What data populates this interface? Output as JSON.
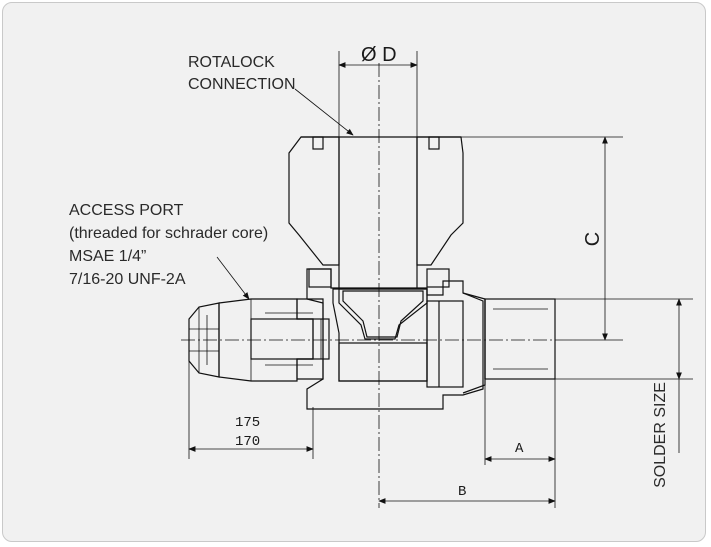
{
  "labels": {
    "rotalock_line1": "ROTALOCK",
    "rotalock_line2": "CONNECTION",
    "access_line1": "ACCESS PORT",
    "access_line2": "(threaded for schrader core)",
    "access_line3": "MSAE 1/4”",
    "access_line4": "7/16-20 UNF-2A",
    "solder_size": "SOLDER SIZE"
  },
  "dimensions": {
    "diameter_d": "Ø D",
    "c": "C",
    "a": "A",
    "b": "B",
    "dim_175": "175",
    "dim_170": "170"
  }
}
